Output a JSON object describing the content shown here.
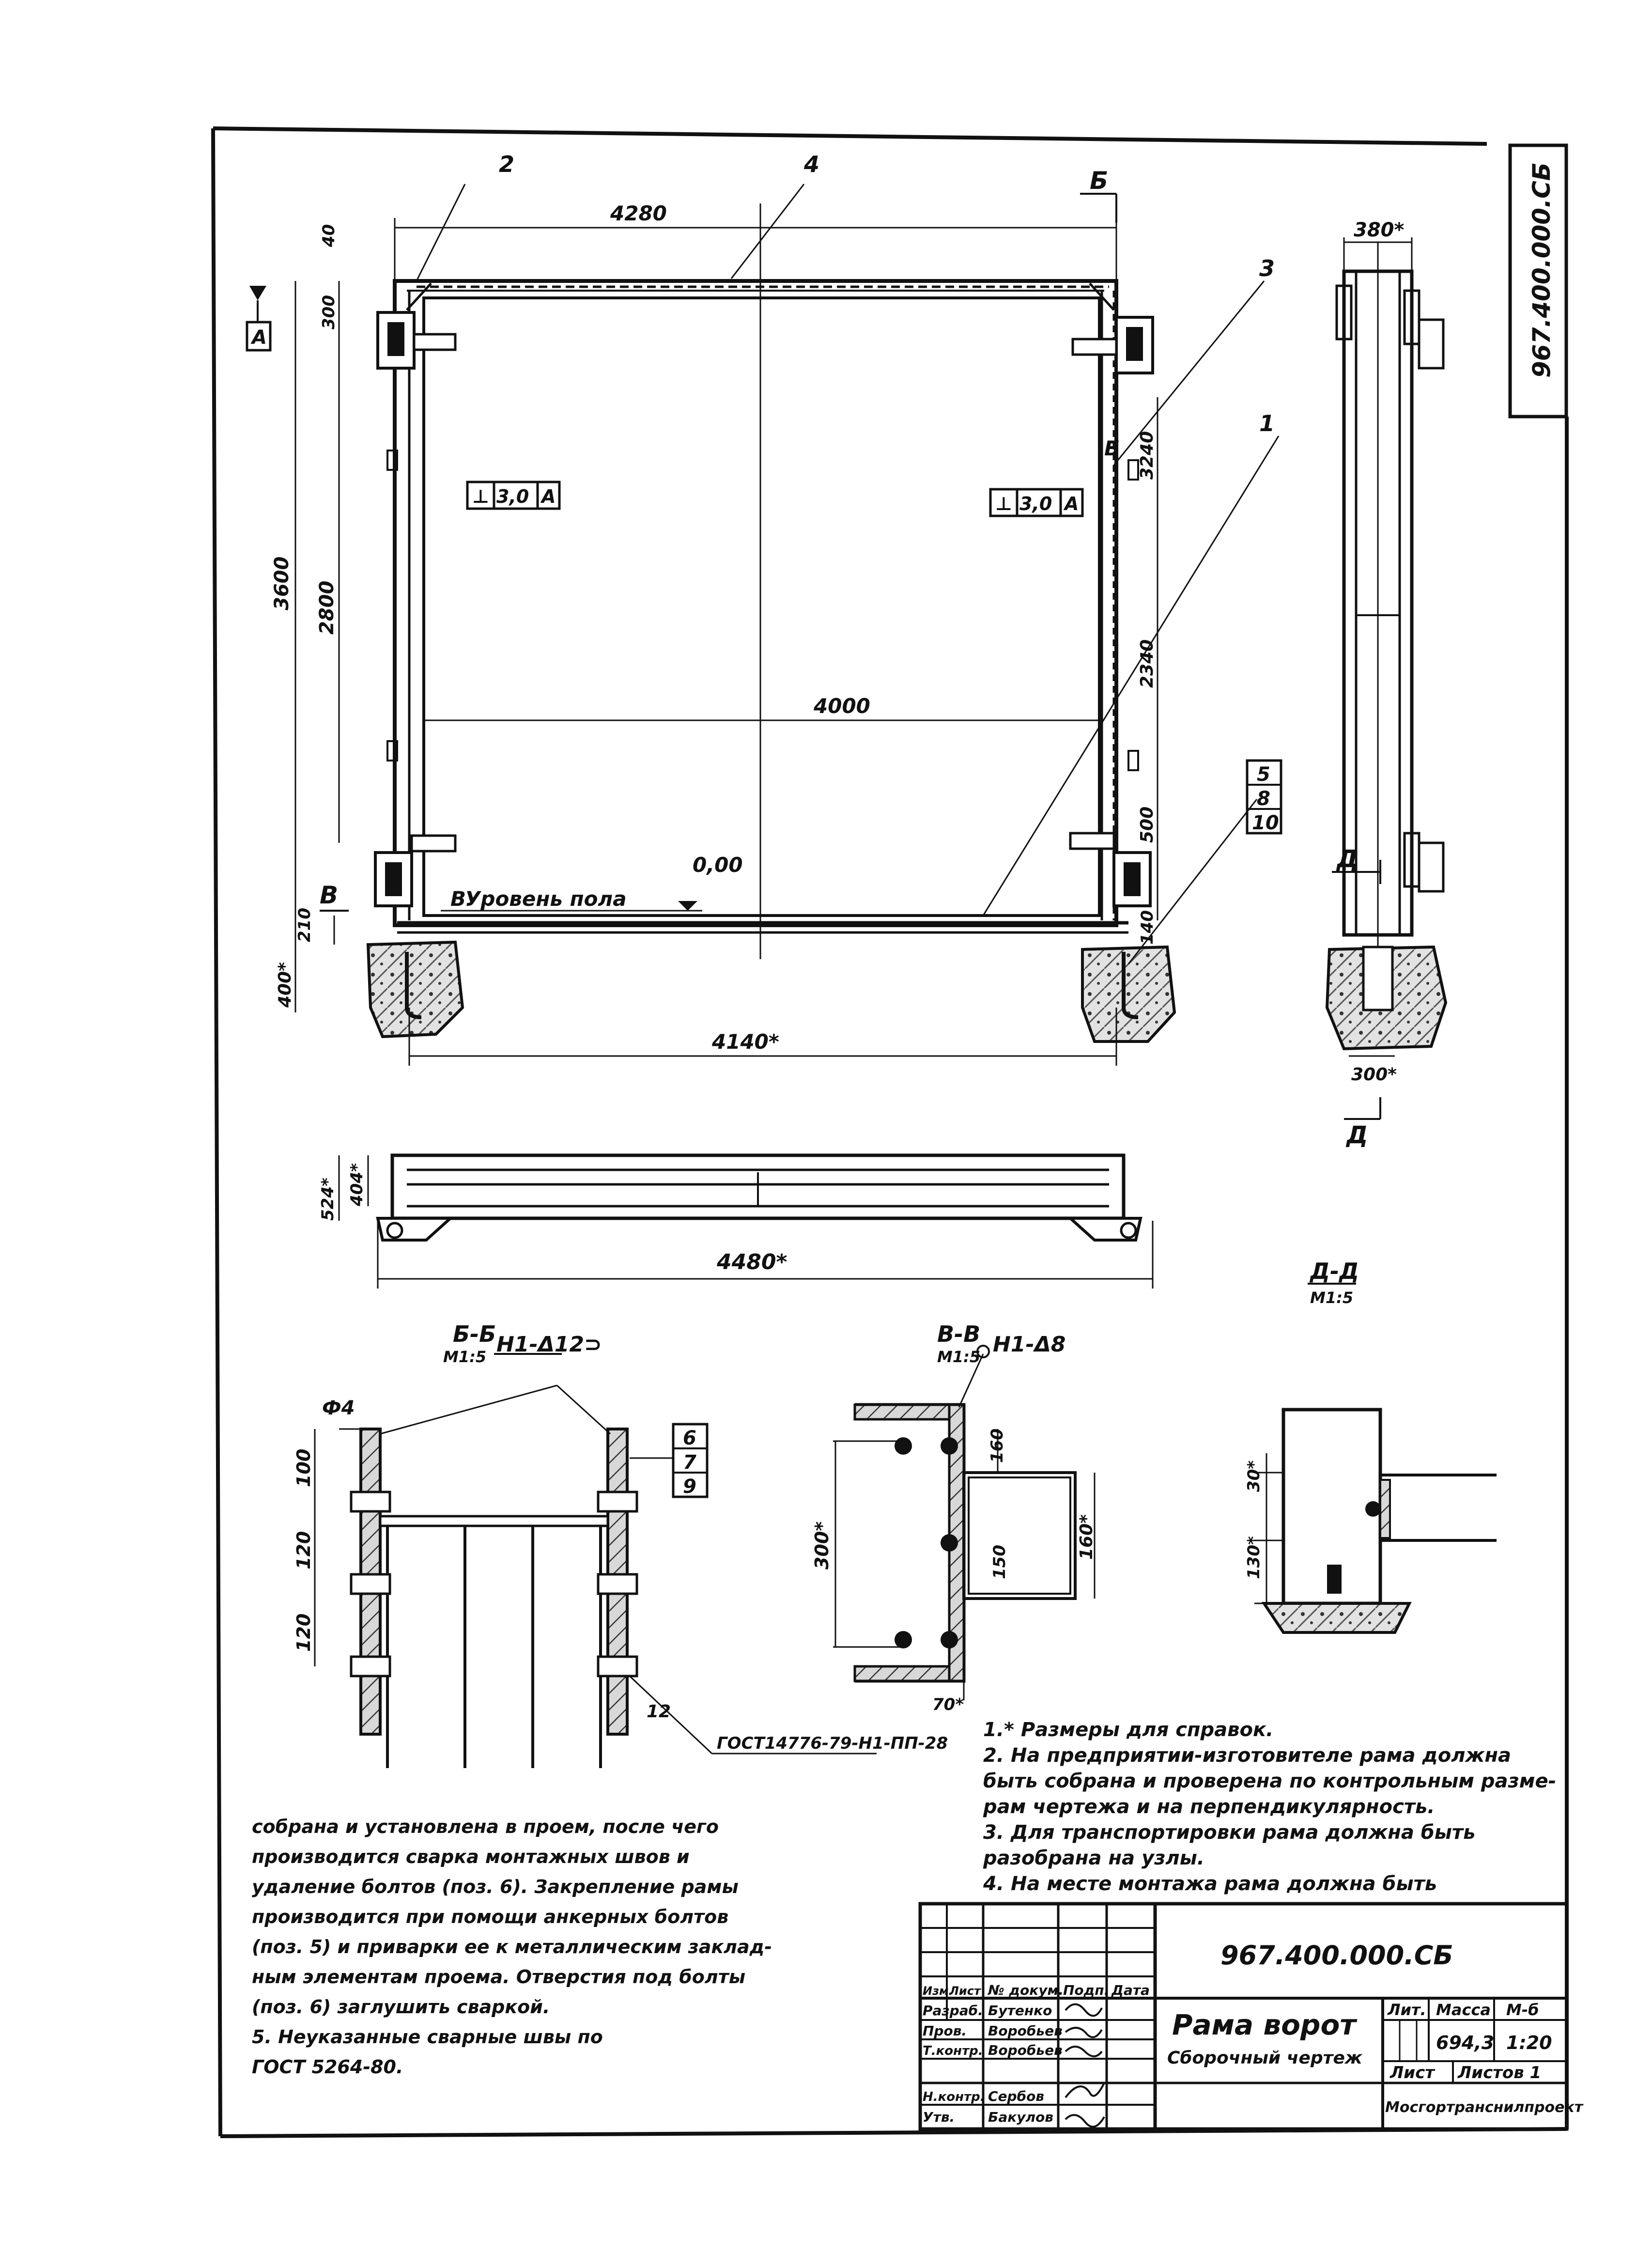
{
  "sheet": {
    "code_stamp": "967.400.000.СБ"
  },
  "front_view": {
    "callouts": [
      "2",
      "4",
      "3",
      "1"
    ],
    "callout_stack": [
      "5",
      "8",
      "10"
    ],
    "section_mark_b": "Б",
    "section_mark_v": "В",
    "datum_a": "А",
    "tolerance_left": [
      "⊥",
      "3,0",
      "А"
    ],
    "tolerance_right": [
      "⊥",
      "3,0",
      "А"
    ],
    "dims": {
      "top_width": "4280",
      "inner_width": "4000",
      "base_width": "4140*",
      "d40": "40",
      "d300": "300",
      "d3600": "3600",
      "d2800": "2800",
      "d3240": "3240",
      "d2340": "2340",
      "d500": "500",
      "d140r": "140",
      "d210": "210",
      "d400": "400*"
    },
    "level_zero": "0,00",
    "floor_label": "Уровень пола"
  },
  "side_view": {
    "top_dim": "380*",
    "bottom_dim": "300*",
    "section_mark": "Д"
  },
  "plan_view": {
    "width": "4480*",
    "d524": "524*",
    "d404": "404*"
  },
  "section_bb": {
    "title": "Б-Б",
    "scale": "М1:5",
    "weld": "Н1-Δ12⊃",
    "thickness": "Ф4",
    "dims": [
      "100",
      "120",
      "120"
    ],
    "callouts": [
      "6",
      "7",
      "9"
    ],
    "callout_12": "12",
    "gost": "ГОСТ14776-79-Н1-ПП-28"
  },
  "section_vv": {
    "title": "В-В",
    "scale": "М1:5",
    "weld": "Н1-Δ8",
    "dims": [
      "300*",
      "160",
      "150",
      "160*",
      "70*"
    ]
  },
  "section_dd": {
    "title": "Д-Д",
    "scale": "М1:5",
    "dims": [
      "30*",
      "130*"
    ]
  },
  "notes_right": [
    "1.* Размеры для справок.",
    "2. На предприятии-изготовителе рама должна",
    "быть собрана и проверена по контрольным разме-",
    "рам чертежа и на перпендикулярность.",
    "3. Для транспортировки рама должна быть",
    "разобрана на узлы.",
    "4. На месте монтажа рама должна быть"
  ],
  "notes_left": [
    "собрана и установлена в проем, после чего",
    "производится сварка монтажных швов и",
    "удаление болтов (поз. 6). Закрепление рамы",
    "производится при помощи анкерных болтов",
    "(поз. 5) и приварки ее к металлическим заклад-",
    "ным элементам проема. Отверстия под болты",
    "(поз. 6) заглушить сваркой.",
    "5. Неуказанные сварные швы по",
    "ГОСТ 5264-80."
  ],
  "title_block": {
    "doc_code": "967.400.000.СБ",
    "name": "Рама ворот",
    "doc_type": "Сборочный чертеж",
    "col_litera": "Лит.",
    "col_mass": "Масса",
    "col_scale": "М-б",
    "mass": "694,3",
    "scale": "1:20",
    "sheet": "Лист",
    "sheets": "Листов 1",
    "org": "Мосгортранснилпроект",
    "hdr": [
      "Изм.",
      "Лист",
      "№ докум.",
      "Подп.",
      "Дата"
    ],
    "roles": [
      "Разраб.",
      "Пров.",
      "Т.контр.",
      "Н.контр.",
      "Утв."
    ],
    "names": [
      "Бутенко",
      "Воробьев",
      "Воробьев",
      "Сербов",
      "Бакулов"
    ]
  }
}
